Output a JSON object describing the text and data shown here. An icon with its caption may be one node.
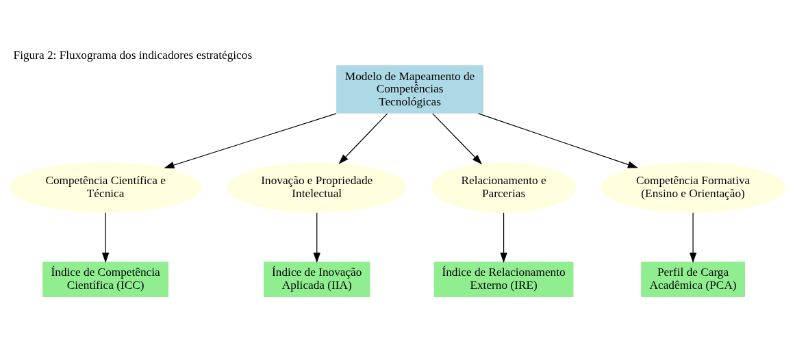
{
  "diagram": {
    "title": "Figura 2: Fluxograma dos indicadores estratégicos",
    "nodes": [
      {
        "text": [
          "Modelo de Mapeamento de Competências Tecnológicas"
        ]
      },
      {
        "text": [
          "Competência Científica e Técnica"
        ]
      },
      {
        "text": [
          "Inovação e Propriedade Intelectual"
        ]
      },
      {
        "text": [
          "Relacionamento e Parcerias"
        ]
      },
      {
        "text": [
          "Competência Formativa (Ensino e Orientação)"
        ]
      },
      {
        "text": [
          "Índice de Competência Científica (ICC)"
        ]
      },
      {
        "text": [
          "Índice de Inovação Aplicada (IIA)"
        ]
      },
      {
        "text": [
          "Índice de Relacionamento Externo (IRE)"
        ]
      },
      {
        "text": [
          "Perfil de Carga Acadêmica (PCA)"
        ]
      }
    ],
    "edges": [
      {
        "from": 0,
        "to": 1,
        "arrow": "to"
      },
      {
        "from": 0,
        "to": 2,
        "arrow": "to"
      },
      {
        "from": 0,
        "to": 3,
        "arrow": "to"
      },
      {
        "from": 0,
        "to": 4,
        "arrow": "to"
      },
      {
        "from": 1,
        "to": 5,
        "arrow": "to"
      },
      {
        "from": 2,
        "to": 6,
        "arrow": "to"
      },
      {
        "from": 3,
        "to": 7,
        "arrow": "to"
      },
      {
        "from": 4,
        "to": 8,
        "arrow": "to"
      }
    ]
  }
}
